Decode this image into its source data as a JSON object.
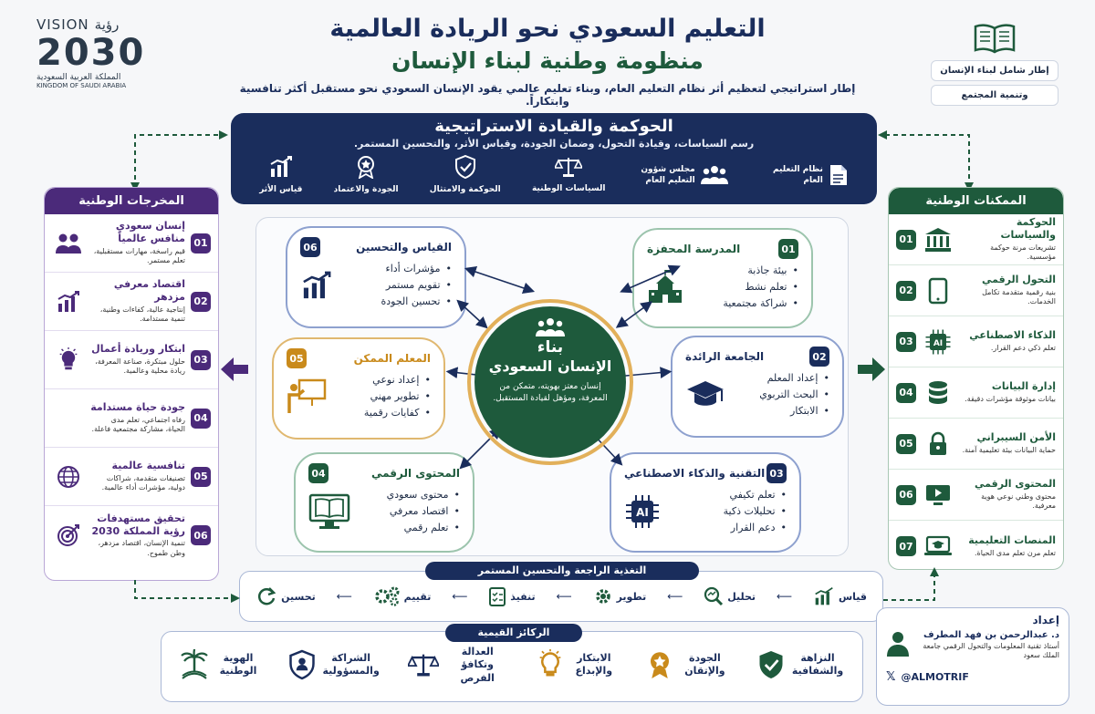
{
  "header": {
    "title_line1": "التعليم السعودي نحو الريادة العالمية",
    "title_line2": "منظومة وطنية لبناء الإنسان",
    "subtitle": "إطار استراتيجي لتعظيم أثر نظام التعليم العام، وبناء تعليم عالمي يقود الإنسان السعودي نحو مستقبل أكثر تنافسية وابتكاراً."
  },
  "logo": {
    "vision_text": "VISION",
    "vision_ar": "رؤية",
    "year": "2030",
    "kingdom_ar": "المملكة العربية السعودية",
    "kingdom_en": "KINGDOM OF SAUDI ARABIA"
  },
  "framework_box": {
    "line1": "إطار شامل لبناء الإنسان",
    "line2": "وتنمية المجتمع"
  },
  "governance": {
    "title": "الحوكمة والقيادة الاستراتيجية",
    "subtitle": "رسم السياسات، وقيادة التحول، وضمان الجودة، وقياس الأثر، والتحسين المستمر.",
    "items": [
      {
        "label": "نظام التعليم العام",
        "icon": "document-icon"
      },
      {
        "label": "مجلس شؤون التعليم العام",
        "icon": "people-icon"
      },
      {
        "label": "السياسات الوطنية",
        "icon": "scales-icon"
      },
      {
        "label": "الحوكمة والامتثال",
        "icon": "shield-check-icon"
      },
      {
        "label": "الجودة والاعتماد",
        "icon": "medal-icon"
      },
      {
        "label": "قياس الأثر",
        "icon": "bar-chart-icon"
      }
    ]
  },
  "enablers": {
    "title": "الممكنات الوطنية",
    "items": [
      {
        "num": "01",
        "title": "الحوكمة والسياسات",
        "desc": "تشريعات مرنة حوكمة مؤسسية.",
        "icon": "building-icon"
      },
      {
        "num": "02",
        "title": "التحول الرقمي",
        "desc": "بنية رقمية متقدمة تكامل الخدمات.",
        "icon": "tablet-icon"
      },
      {
        "num": "03",
        "title": "الذكاء الاصطناعي",
        "desc": "تعلم ذكي دعم القرار.",
        "icon": "ai-chip-icon"
      },
      {
        "num": "04",
        "title": "إدارة البيانات",
        "desc": "بيانات موثوقة مؤشرات دقيقة.",
        "icon": "database-icon"
      },
      {
        "num": "05",
        "title": "الأمن السيبراني",
        "desc": "حماية البيانات بيئة تعليمية آمنة.",
        "icon": "lock-icon"
      },
      {
        "num": "06",
        "title": "المحتوى الرقمي",
        "desc": "محتوى وطني نوعي هوية معرفية.",
        "icon": "video-player-icon"
      },
      {
        "num": "07",
        "title": "المنصات التعليمية",
        "desc": "تعلم مرن تعلم مدى الحياة.",
        "icon": "laptop-cap-icon"
      }
    ]
  },
  "outputs": {
    "title": "المخرجات الوطنية",
    "items": [
      {
        "num": "01",
        "title": "إنسان سعودي منافس عالمياً",
        "desc": "قيم راسخة، مهارات مستقبلية، تعلم مستمر.",
        "icon": "people-icon"
      },
      {
        "num": "02",
        "title": "اقتصاد معرفي مزدهر",
        "desc": "إنتاجية عالية، كفاءات وطنية، تنمية مستدامة.",
        "icon": "growth-chart-icon"
      },
      {
        "num": "03",
        "title": "ابتكار وريادة أعمال",
        "desc": "حلول مبتكرة، صناعة المعرفة، ريادة محلية وعالمية.",
        "icon": "lightbulb-icon"
      },
      {
        "num": "04",
        "title": "جودة حياة مستدامة",
        "desc": "رفاه اجتماعي، تعلم مدى الحياة، مشاركة مجتمعية فاعلة.",
        "icon": "heart-hand-icon"
      },
      {
        "num": "05",
        "title": "تنافسية عالمية",
        "desc": "تصنيفات متقدمة، شراكات دولية، مؤشرات أداء عالمية.",
        "icon": "globe-icon"
      },
      {
        "num": "06",
        "title": "تحقيق مستهدفات رؤية المملكة 2030",
        "desc": "تنمية الإنسان، اقتصاد مزدهر، وطن طموح.",
        "icon": "target-icon"
      }
    ]
  },
  "center": {
    "title_line1": "بناء",
    "title_line2": "الإنسان السعودي",
    "desc": "إنسان معتز بهويته، متمكن من المعرفة، ومؤهل لقيادة المستقبل.",
    "icon": "group-icon"
  },
  "pillars": [
    {
      "num": "01",
      "title": "المدرسة المحفزة",
      "items": [
        "بيئة جاذبة",
        "تعلم نشط",
        "شراكة مجتمعية"
      ],
      "icon": "school-icon"
    },
    {
      "num": "02",
      "title": "الجامعة الرائدة",
      "items": [
        "إعداد المعلم",
        "البحث التربوي",
        "الابتكار"
      ],
      "icon": "grad-cap-icon"
    },
    {
      "num": "03",
      "title": "التقنية والذكاء الاصطناعي",
      "items": [
        "تعلم تكيفي",
        "تحليلات ذكية",
        "دعم القرار"
      ],
      "icon": "ai-chip-icon"
    },
    {
      "num": "04",
      "title": "المحتوى الرقمي",
      "items": [
        "محتوى سعودي",
        "اقتصاد معرفي",
        "تعلم رقمي"
      ],
      "icon": "monitor-book-icon"
    },
    {
      "num": "05",
      "title": "المعلم الممكن",
      "items": [
        "إعداد نوعي",
        "تطوير مهني",
        "كفايات رقمية"
      ],
      "icon": "teacher-icon"
    },
    {
      "num": "06",
      "title": "القياس والتحسين",
      "items": [
        "مؤشرات أداء",
        "تقويم مستمر",
        "تحسين الجودة"
      ],
      "icon": "bar-chart-icon"
    }
  ],
  "feedback": {
    "title": "التغذية الراجعة والتحسين المستمر",
    "steps": [
      {
        "label": "قياس",
        "icon": "bar-chart-icon"
      },
      {
        "label": "تحليل",
        "icon": "magnifier-icon"
      },
      {
        "label": "تطوير",
        "icon": "gear-icon"
      },
      {
        "label": "تنفيذ",
        "icon": "checklist-icon"
      },
      {
        "label": "تقييم",
        "icon": "gears-icon"
      },
      {
        "label": "تحسين",
        "icon": "refresh-icon"
      }
    ]
  },
  "values": {
    "title": "الركائز القيمية",
    "items": [
      {
        "label": "النزاهة والشفافية",
        "icon": "shield-check-icon"
      },
      {
        "label": "الجودة والإتقان",
        "icon": "medal-icon"
      },
      {
        "label": "الابتكار والإبداع",
        "icon": "lightbulb-icon"
      },
      {
        "label": "العدالة وتكافؤ الفرص",
        "icon": "scales-icon"
      },
      {
        "label": "الشراكة والمسؤولية",
        "icon": "user-shield-icon"
      },
      {
        "label": "الهوية الوطنية",
        "icon": "palm-swords-icon"
      }
    ]
  },
  "author": {
    "heading": "إعداد",
    "name": "د. عبدالرحمن بن فهد المطرف",
    "role": "أستاذ تقنية المعلومات والتحول الرقمي جامعة الملك سعود",
    "handle": "@ALMOTRIF"
  },
  "colors": {
    "navy": "#1a2d5c",
    "green": "#1e5a3c",
    "purple": "#4b2a7a",
    "orange": "#c98a1b"
  }
}
